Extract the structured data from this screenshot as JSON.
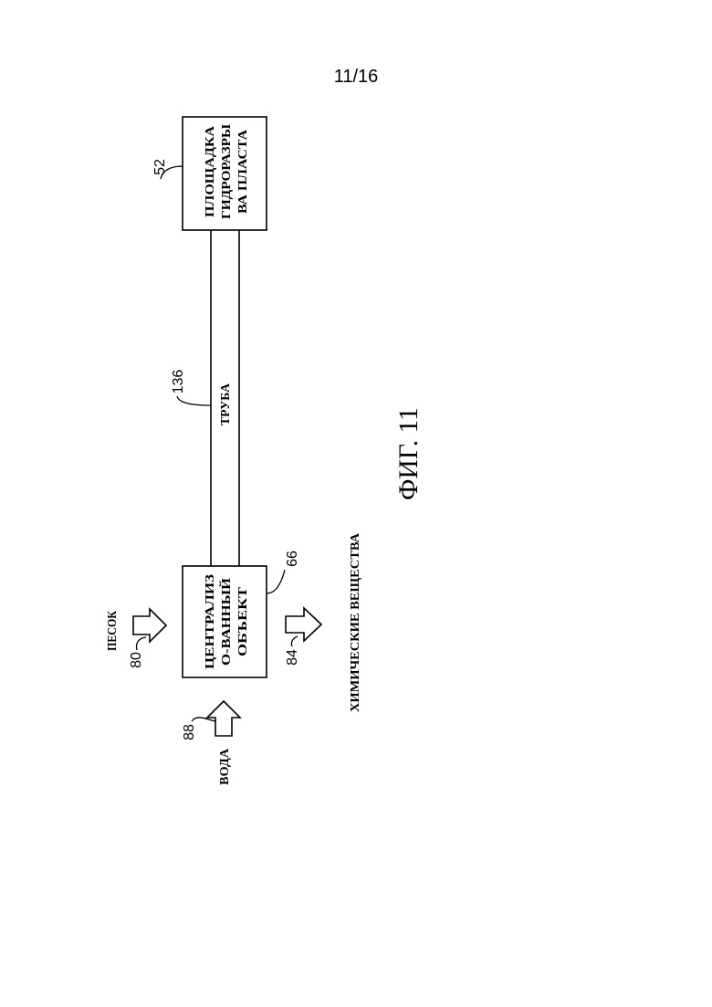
{
  "page_number": "11/16",
  "figure_caption": "ФИГ. 11",
  "boxes": {
    "fracturing_site": {
      "ref": "52",
      "lines": [
        "ПЛОЩАДКА",
        "ГИДРОРАЗРЫ",
        "ВА ПЛАСТА"
      ]
    },
    "centralized_facility": {
      "ref": "66",
      "lines": [
        "ЦЕНТРАЛИЗ",
        "О-ВАННЫЙ",
        "ОБЪЕКТ"
      ]
    }
  },
  "pipe": {
    "ref": "136",
    "label": "ТРУБА"
  },
  "inputs": {
    "sand": {
      "ref": "80",
      "label": "ПЕСОК"
    },
    "water": {
      "ref": "88",
      "label": "ВОДА"
    },
    "chemicals": {
      "ref": "84",
      "label": "ХИМИЧЕСКИЕ ВЕЩЕСТВА"
    }
  },
  "colors": {
    "ink": "#000000",
    "paper": "#ffffff"
  }
}
